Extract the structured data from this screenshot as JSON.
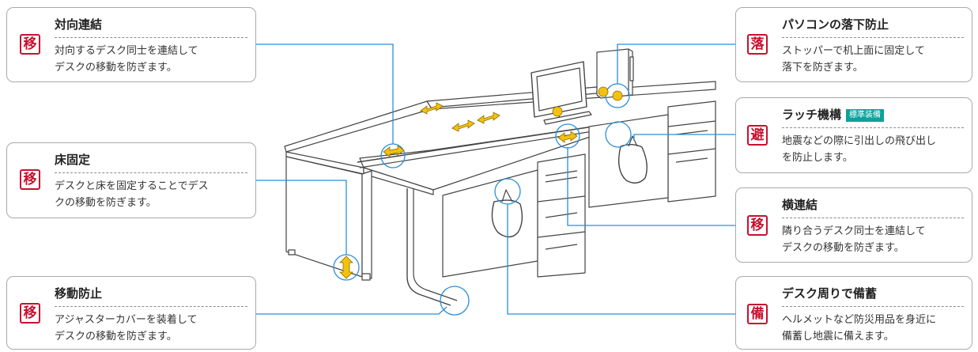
{
  "features": [
    {
      "id": "taikou",
      "badge": "移",
      "title": "対向連結",
      "body": [
        "対向するデスク同士を連結して",
        "デスクの移動を防ぎます。"
      ]
    },
    {
      "id": "yuka",
      "badge": "移",
      "title": "床固定",
      "body": [
        "デスクと床を固定することでデス",
        "クの移動を防ぎます。"
      ]
    },
    {
      "id": "idou",
      "badge": "移",
      "title": "移動防止",
      "body": [
        "アジャスターカバーを装着して",
        "デスクの移動を防ぎます。"
      ]
    },
    {
      "id": "pc",
      "badge": "落",
      "title": "パソコンの落下防止",
      "body": [
        "ストッパーで机上面に固定して",
        "落下を防ぎます。"
      ]
    },
    {
      "id": "latch",
      "badge": "避",
      "title": "ラッチ機構",
      "tag": "標準装備",
      "body": [
        "地震などの際に引出しの飛び出し",
        "を防止します。"
      ]
    },
    {
      "id": "yoko",
      "badge": "移",
      "title": "横連結",
      "body": [
        "隣り合うデスク同士を連結して",
        "デスクの移動を防ぎます。"
      ]
    },
    {
      "id": "bichiku",
      "badge": "備",
      "title": "デスク周りで備蓄",
      "body": [
        "ヘルメットなど防災用品を身近に",
        "備蓄し地震に備えます。"
      ]
    }
  ],
  "colors": {
    "accent": "#c8102e",
    "tag": "#0aa39c",
    "callout": "#2a8fd6",
    "arrow": "#f4c20d"
  }
}
